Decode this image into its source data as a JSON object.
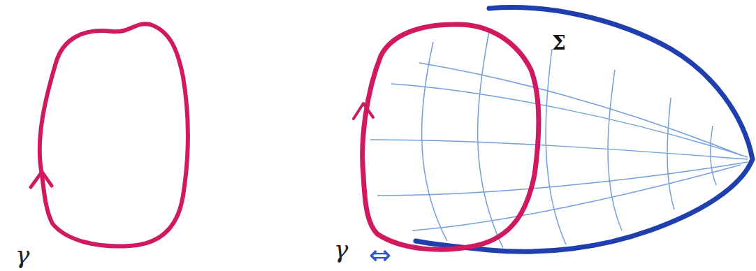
{
  "diagram": {
    "labels": [
      "γ",
      "⇔",
      "γ",
      "Σ"
    ]
  }
}
